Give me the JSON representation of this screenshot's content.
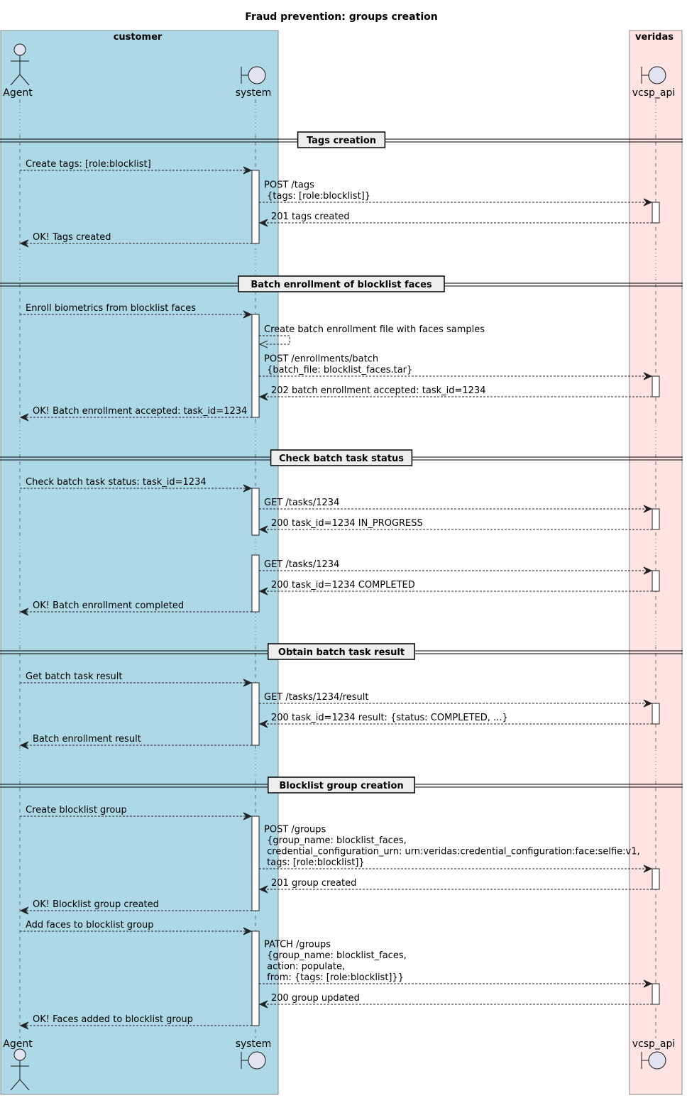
{
  "diagram": {
    "title": "Fraud prevention: groups creation",
    "boxes": [
      {
        "id": "customer",
        "label": "customer",
        "fill": "#ADD8E6"
      },
      {
        "id": "veridas",
        "label": "veridas",
        "fill": "#FFE4E1"
      }
    ],
    "participants": [
      {
        "id": "agent",
        "label": "Agent",
        "kind": "actor"
      },
      {
        "id": "system",
        "label": "system",
        "kind": "boundary"
      },
      {
        "id": "vcsp",
        "label": "vcsp_api",
        "kind": "boundary"
      }
    ],
    "sections": [
      {
        "label": "Tags creation"
      },
      {
        "label": "Batch enrollment of blocklist faces"
      },
      {
        "label": "Check batch task status"
      },
      {
        "label": "Obtain batch task result"
      },
      {
        "label": "Blocklist group creation"
      }
    ],
    "messages": [
      {
        "from": "agent",
        "to": "system",
        "lines": [
          "Create tags: [role:blocklist]"
        ]
      },
      {
        "from": "system",
        "to": "vcsp",
        "lines": [
          "POST /tags",
          " {tags: [role:blocklist]}"
        ]
      },
      {
        "from": "vcsp",
        "to": "system",
        "lines": [
          "201 tags created"
        ]
      },
      {
        "from": "system",
        "to": "agent",
        "lines": [
          "OK! Tags created"
        ]
      },
      {
        "from": "agent",
        "to": "system",
        "lines": [
          "Enroll biometrics from blocklist faces"
        ]
      },
      {
        "from": "system",
        "to": "system",
        "lines": [
          "Create batch enrollment file with faces samples"
        ]
      },
      {
        "from": "system",
        "to": "vcsp",
        "lines": [
          "POST /enrollments/batch",
          " {batch_file: blocklist_faces.tar}"
        ]
      },
      {
        "from": "vcsp",
        "to": "system",
        "lines": [
          "202 batch enrollment accepted: task_id=1234"
        ]
      },
      {
        "from": "system",
        "to": "agent",
        "lines": [
          "OK! Batch enrollment accepted: task_id=1234"
        ]
      },
      {
        "from": "agent",
        "to": "system",
        "lines": [
          "Check batch task status: task_id=1234"
        ]
      },
      {
        "from": "system",
        "to": "vcsp",
        "lines": [
          "GET /tasks/1234"
        ]
      },
      {
        "from": "vcsp",
        "to": "system",
        "lines": [
          "200 task_id=1234 IN_PROGRESS"
        ]
      },
      {
        "from": "system",
        "to": "vcsp",
        "lines": [
          "GET /tasks/1234"
        ]
      },
      {
        "from": "vcsp",
        "to": "system",
        "lines": [
          "200 task_id=1234 COMPLETED"
        ]
      },
      {
        "from": "system",
        "to": "agent",
        "lines": [
          "OK! Batch enrollment completed"
        ]
      },
      {
        "from": "agent",
        "to": "system",
        "lines": [
          "Get batch task result"
        ]
      },
      {
        "from": "system",
        "to": "vcsp",
        "lines": [
          "GET /tasks/1234/result"
        ]
      },
      {
        "from": "vcsp",
        "to": "system",
        "lines": [
          "200 task_id=1234 result: {status: COMPLETED, ...}"
        ]
      },
      {
        "from": "system",
        "to": "agent",
        "lines": [
          "Batch enrollment result"
        ]
      },
      {
        "from": "agent",
        "to": "system",
        "lines": [
          "Create blocklist group"
        ]
      },
      {
        "from": "system",
        "to": "vcsp",
        "lines": [
          "POST /groups",
          " {group_name: blocklist_faces,",
          " credential_configuration_urn: urn:veridas:credential_configuration:face:selfie:v1,",
          " tags: [role:blocklist]}"
        ]
      },
      {
        "from": "vcsp",
        "to": "system",
        "lines": [
          "201 group created"
        ]
      },
      {
        "from": "system",
        "to": "agent",
        "lines": [
          "OK! Blocklist group created"
        ]
      },
      {
        "from": "agent",
        "to": "system",
        "lines": [
          "Add faces to blocklist group"
        ]
      },
      {
        "from": "system",
        "to": "vcsp",
        "lines": [
          "PATCH /groups",
          " {group_name: blocklist_faces,",
          " action: populate,",
          " from: {tags: [role:blocklist]}}"
        ]
      },
      {
        "from": "vcsp",
        "to": "system",
        "lines": [
          "200 group updated"
        ]
      },
      {
        "from": "system",
        "to": "agent",
        "lines": [
          "OK! Faces added to blocklist group"
        ]
      }
    ]
  }
}
